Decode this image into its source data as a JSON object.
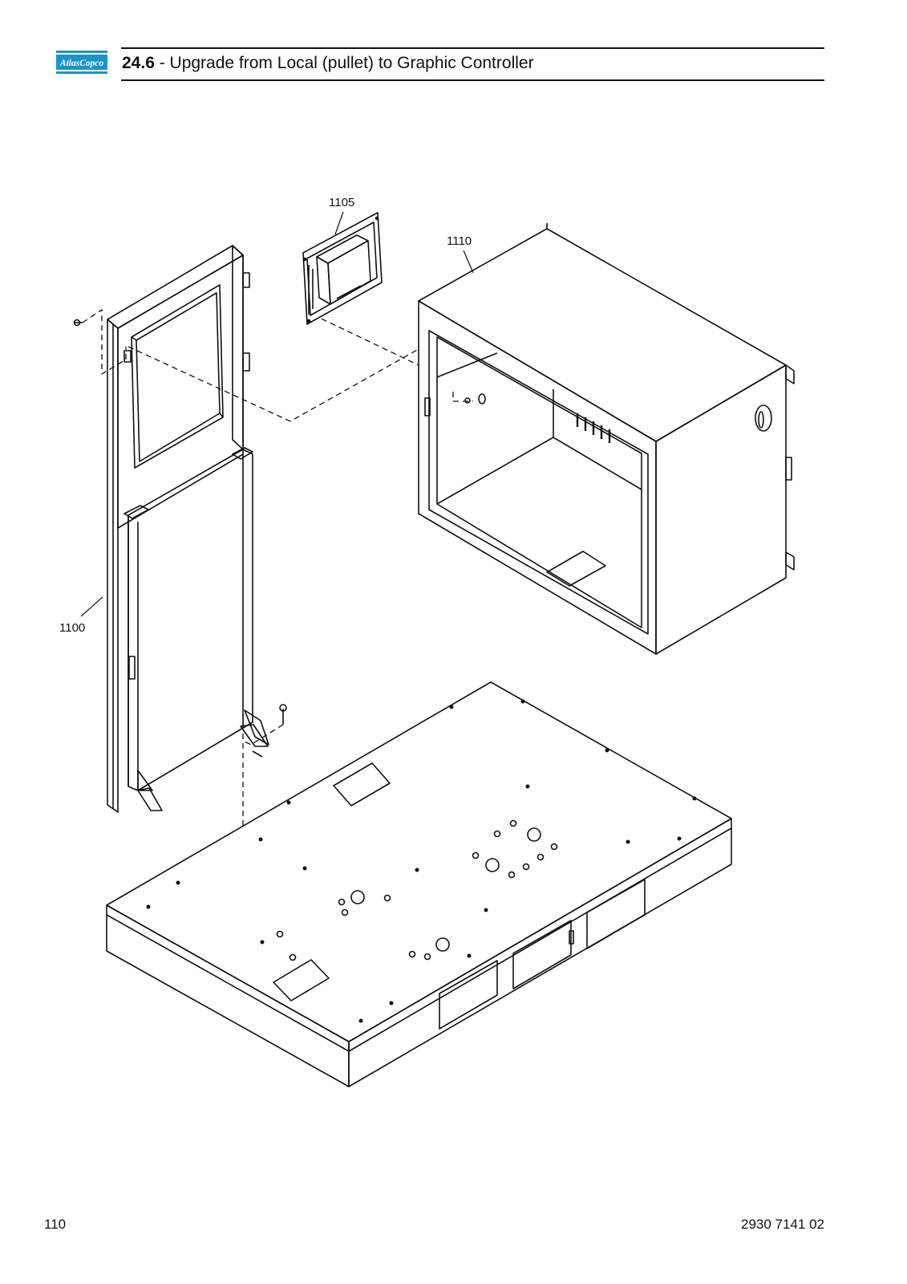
{
  "header": {
    "logo_text": "AtlasCopco",
    "section_number": "24.6",
    "section_title": " - Upgrade from Local (pullet) to Graphic Controller"
  },
  "drawing": {
    "callouts": {
      "c1100": "1100",
      "c1105": "1105",
      "c1110": "1110"
    }
  },
  "footer": {
    "page_number": "110",
    "document_number": "2930 7141 02"
  },
  "colors": {
    "brand_blue": "#1a93c9",
    "ink": "#111111"
  }
}
